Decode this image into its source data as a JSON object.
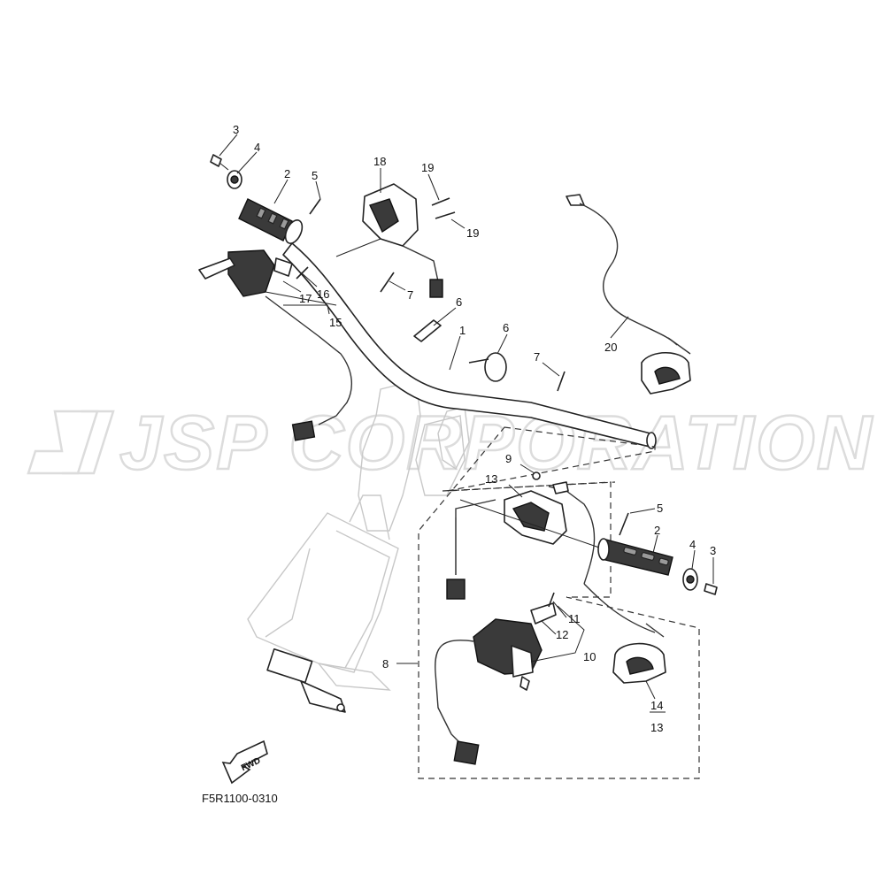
{
  "watermark": "JSP CORPORATION",
  "diagram_code": "F5R1100-0310",
  "fwd_label": "FWD",
  "callouts": {
    "handlebar": "1",
    "grip_left": "2",
    "grip_right": "2",
    "bolt_left_3": "3",
    "bolt_right_3": "3",
    "grip_end_left": "4",
    "grip_end_right": "4",
    "screw_left_5": "5",
    "screw_right_5": "5",
    "clip_6": "6",
    "band_6": "6",
    "screw_7_upper": "7",
    "screw_7_lower": "7",
    "throttle_assy": "8",
    "screw_9": "9",
    "switch_13_upper": "13",
    "lever_assy_10": "10",
    "screw_11": "11",
    "bracket_12": "12",
    "switch_14": "14",
    "switch_13_lower": "13",
    "lever_assy_15": "15",
    "screw_16": "16",
    "bracket_17": "17",
    "cover_18": "18",
    "bolt_19_upper": "19",
    "bolt_19_lower": "19",
    "lanyard_20": "20"
  },
  "colors": {
    "ink": "#222222",
    "watermark": "#dcdcdc",
    "ghost": "#c8c8c8"
  }
}
